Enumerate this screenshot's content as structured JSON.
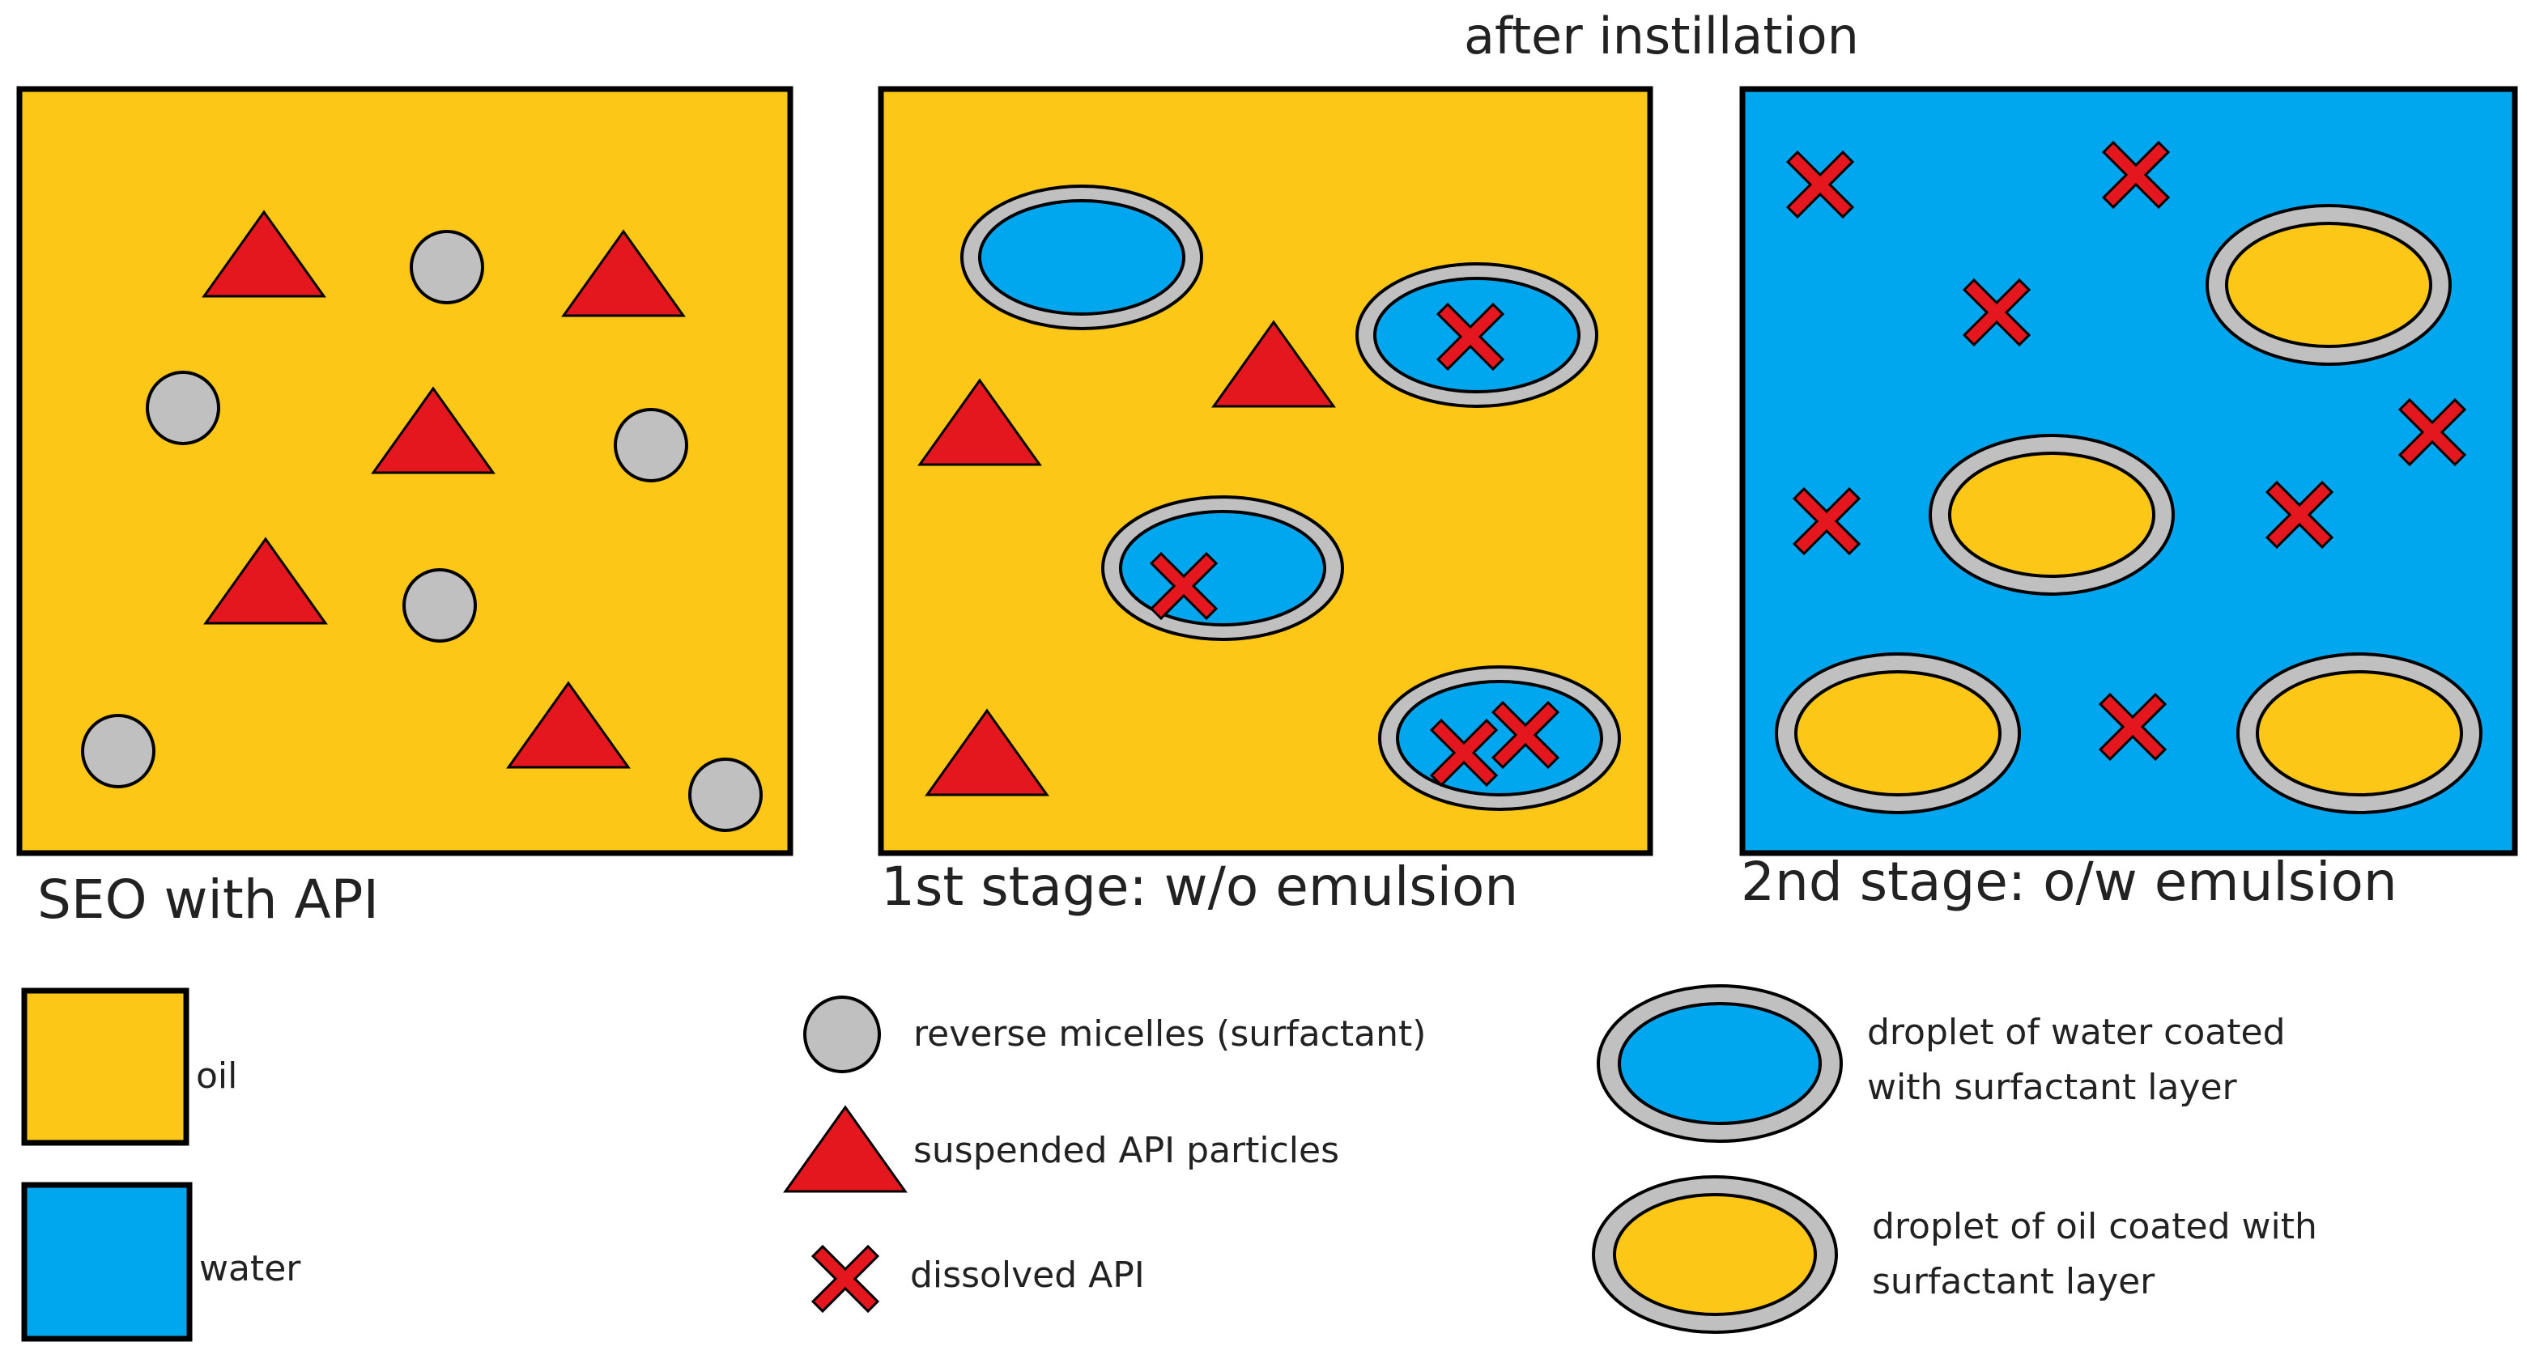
{
  "colors": {
    "oil": "#FCC717",
    "water": "#00A6EE",
    "surfactant": "#C0C0C0",
    "api": "#E5171E",
    "outline": "#000000"
  },
  "header": {
    "title": "after instillation"
  },
  "panels": [
    {
      "id": "seo",
      "caption": "SEO with API",
      "medium": "oil"
    },
    {
      "id": "stage1",
      "caption": "1st stage: w/o emulsion",
      "medium": "oil"
    },
    {
      "id": "stage2",
      "caption": "2nd stage: o/w emulsion",
      "medium": "water"
    }
  ],
  "legend": {
    "oil": "oil",
    "water": "water",
    "reverse_micelles": "reverse micelles (surfactant)",
    "suspended_api": "suspended API particles",
    "dissolved_api": "dissolved API",
    "water_droplet_line1": "droplet of water coated",
    "water_droplet_line2": "with surfactant layer",
    "oil_droplet_line1": "droplet of oil coated with",
    "oil_droplet_line2": "surfactant layer"
  },
  "icons": {
    "micelle": "circle-icon",
    "particle": "triangle-icon",
    "dissolved": "x-cross-icon",
    "droplet": "ellipse-droplet-icon"
  }
}
